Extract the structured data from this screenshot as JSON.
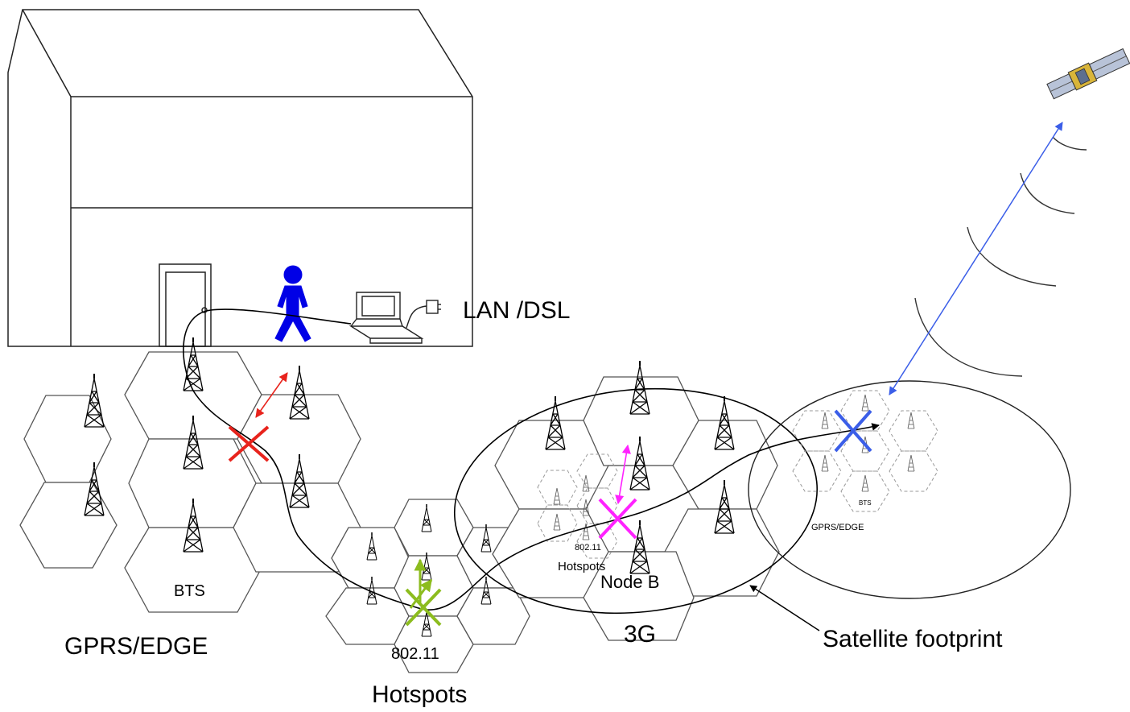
{
  "labels": {
    "lan_dsl": "LAN /DSL",
    "bts": "BTS",
    "gprs_edge": "GPRS/EDGE",
    "wifi_cell": "802.11",
    "hotspots": "Hotspots",
    "node_b": "Node B",
    "three_g": "3G",
    "satellite_footprint": "Satellite footprint",
    "mini_hotspot_wifi": "802.11",
    "mini_hotspots": "Hotspots",
    "mini_bts": "BTS",
    "mini_gprs_edge": "GPRS/EDGE"
  },
  "colors": {
    "handover_gprs": "#e8231c",
    "handover_hotspot": "#8cbc1e",
    "handover_3g": "#ff22ff",
    "handover_satellite": "#3b5ee8",
    "person": "#0000e6",
    "satellite_link": "#3b5ee8"
  },
  "icons": [
    "building-icon",
    "door-icon",
    "person-icon",
    "laptop-icon",
    "tower-icon",
    "satellite-icon"
  ]
}
